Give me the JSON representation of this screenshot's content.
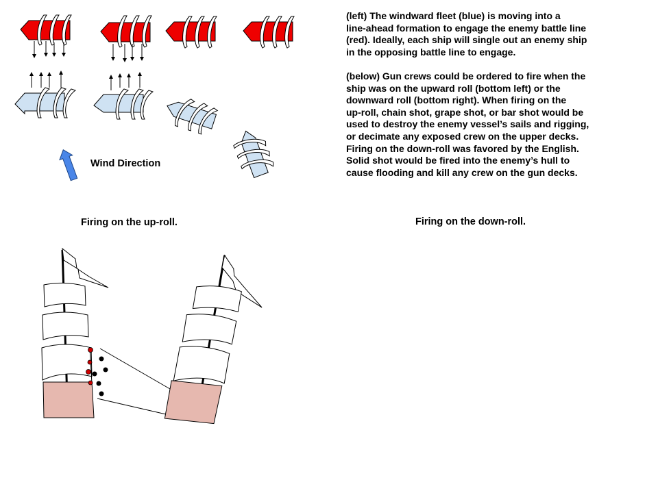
{
  "description": {
    "fleet_paragraph": "(left) The windward fleet (blue) is moving into a\nline-ahead formation to engage the enemy battle line\n(red). Ideally, each ship will single out an enemy ship\nin the opposing battle line to engage.",
    "roll_paragraph": "(below) Gun crews could be ordered to fire when the\nship was on the upward roll (bottom left) or the\ndownward roll (bottom right). When firing on the\nup-roll, chain shot, grape shot, or bar shot would be\nused to destroy the enemy vessel’s sails and rigging,\nor decimate any exposed crew on the upper decks.\nFiring on the down-roll was favored by the English.\nSolid shot would be fired into the enemy’s hull to\ncause flooding and kill any crew on the gun decks."
  },
  "fleet_diagram": {
    "wind_label": "Wind Direction",
    "enemy_fleet": {
      "name": "red",
      "color": "#ee0000",
      "ship_count": 4
    },
    "windward_fleet": {
      "name": "blue",
      "color": "#cfe2f3",
      "ship_count": 4
    },
    "wind_arrow_color": "#4a86e8"
  },
  "panels": {
    "up_roll": {
      "title": "Firing on the up-roll."
    },
    "down_roll": {
      "title": "Firing on the down-roll."
    }
  },
  "colors": {
    "sea": "#4a86e8",
    "hull": "#e6b8af",
    "muzzle_flash": "#cc0000",
    "shot": "#000000"
  }
}
